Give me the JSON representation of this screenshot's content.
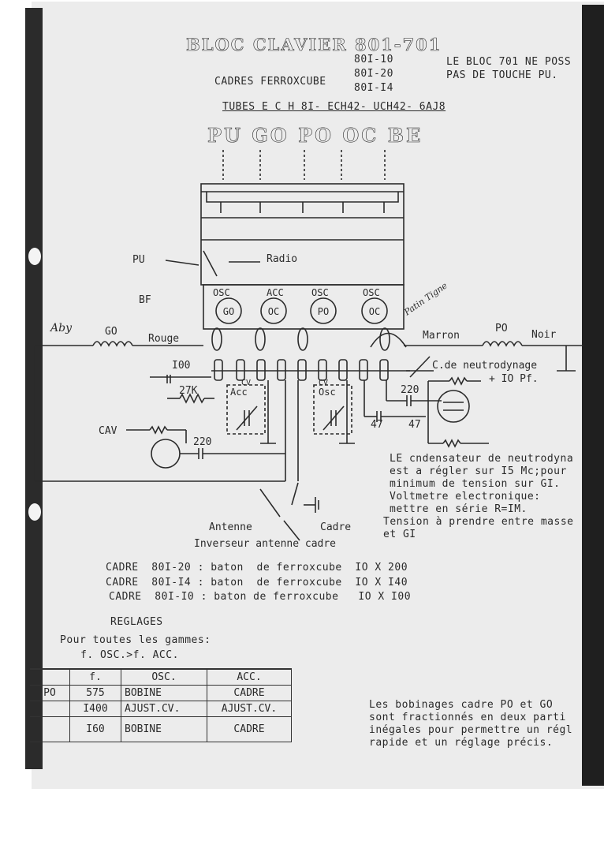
{
  "header": {
    "title": "BLOC CLAVIER 801-701",
    "models": [
      "80I-10",
      "80I-20",
      "80I-I4"
    ],
    "cadres": "CADRES FERROXCUBE",
    "note_701": [
      "LE BLOC 701 NE POSS",
      "PAS DE TOUCHE PU."
    ],
    "tubes": "TUBES E C H 8I- ECH42- UCH42- 6AJ8",
    "bands": "PU GO PO OC BE"
  },
  "diagram": {
    "pu": "PU",
    "radio": "Radio",
    "bf": "BF",
    "osc1": "OSC",
    "acc1": "ACC",
    "osc2": "OSC",
    "osc3": "OSC",
    "coil_go": "GO",
    "coil_oc1": "OC",
    "coil_po": "PO",
    "coil_oc2": "OC",
    "go_label": "GO",
    "rouge": "Rouge",
    "marron": "Marron",
    "po_label": "PO",
    "noir": "Noir",
    "hand_left": "Aby",
    "hand_right": "Patin Tigne",
    "c100": "I00",
    "r27k": "27K",
    "cv1": "CV",
    "acc2": "Acc",
    "cv2": "CV",
    "osc4": "Osc",
    "neutro": "C.de neutrodynage",
    "plus10": "+ IO Pf.",
    "c220a": "220",
    "c47a": "47",
    "c47b": "47",
    "cav": "CAV",
    "c220b": "220",
    "antenne": "Antenne",
    "cadre": "Cadre",
    "inverseur": "Inverseur antenne cadre"
  },
  "note_neutro": [
    "LE cndensateur de neutrodyna",
    "est a régler sur I5 Mc;pour",
    "minimum de tension sur GI.",
    "Voltmetre electronique:",
    "mettre en série R=IM.",
    "Tension à prendre entre masse",
    "et GI"
  ],
  "cadre_specs": [
    "CADRE  80I-20 : baton  de ferroxcube  IO X 200",
    "CADRE  80I-I4 : baton  de ferroxcube  IO X I40",
    "CADRE  80I-I0 : baton de ferroxcube   IO X I00"
  ],
  "reglages": {
    "title": "REGLAGES",
    "line1": "Pour toutes les gammes:",
    "line2": "f. OSC.>f. ACC.",
    "table": {
      "headers": [
        "",
        "f.",
        "OSC.",
        "ACC."
      ],
      "rows": [
        {
          "band": "PO",
          "f": "575",
          "osc": "BOBINE",
          "acc": "CADRE"
        },
        {
          "band": "",
          "f": "I400",
          "osc": "AJUST.CV.",
          "acc": "AJUST.CV."
        },
        {
          "band": "",
          "f": "I60",
          "osc": "BOBINE",
          "acc": "CADRE"
        }
      ]
    }
  },
  "note_bobinages": [
    "Les bobinages cadre PO et GO",
    "sont fractionnés en deux parti",
    "inégales pour permettre un régl",
    "rapide et un réglage précis."
  ]
}
